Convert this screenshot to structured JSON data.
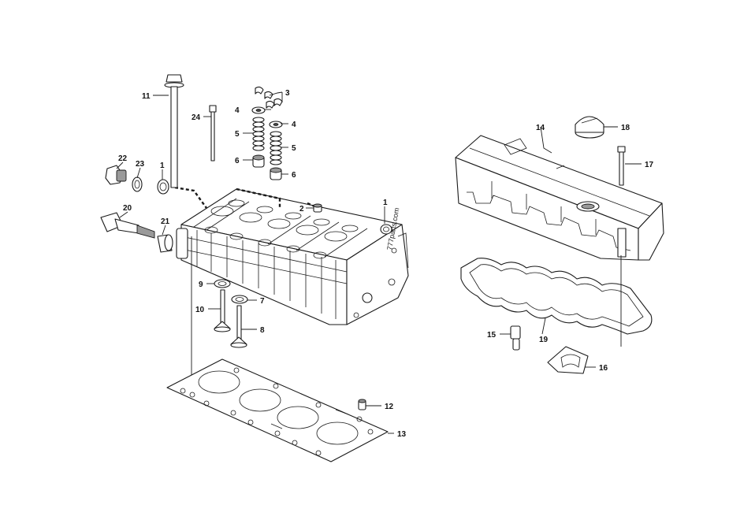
{
  "callouts": {
    "c1": "1",
    "c1b": "1",
    "c2": "2",
    "c3": "3",
    "c4a": "4",
    "c4b": "4",
    "c5a": "5",
    "c5b": "5",
    "c6a": "6",
    "c6b": "6",
    "c7": "7",
    "c8": "8",
    "c9": "9",
    "c10": "10",
    "c11": "11",
    "c12": "12",
    "c13": "13",
    "c14": "14",
    "c15": "15",
    "c16": "16",
    "c17": "17",
    "c18": "18",
    "c19": "19",
    "c20": "20",
    "c21": "21",
    "c22": "22",
    "c23": "23",
    "c24": "24"
  },
  "watermark": "777parts.com"
}
